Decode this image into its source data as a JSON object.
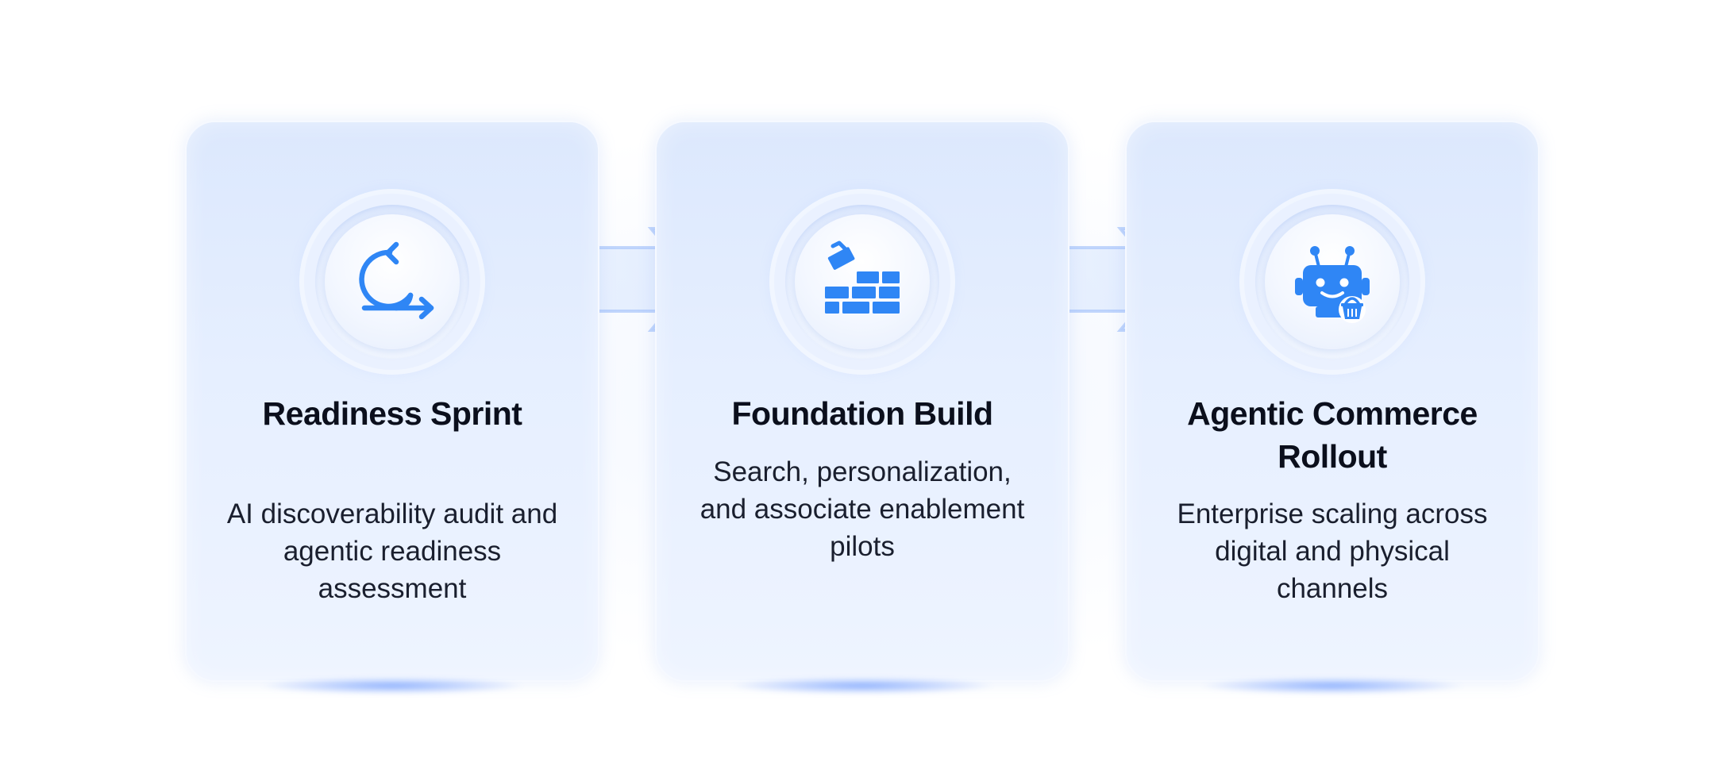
{
  "steps": [
    {
      "title": "Readiness Sprint",
      "description": "AI discoverability audit and agentic readiness assessment",
      "icon": "cycle-arrow-icon"
    },
    {
      "title": "Foundation Build",
      "description": "Search, personalization, and associate enablement pilots",
      "icon": "brick-wall-icon"
    },
    {
      "title": "Agentic Commerce Rollout",
      "description": "Enterprise scaling across digital and physical channels",
      "icon": "robot-shopping-basket-icon"
    }
  ],
  "colors": {
    "accent": "#2f86f5",
    "card": "#e3ecfd",
    "arrow": "#b8d0fb"
  }
}
